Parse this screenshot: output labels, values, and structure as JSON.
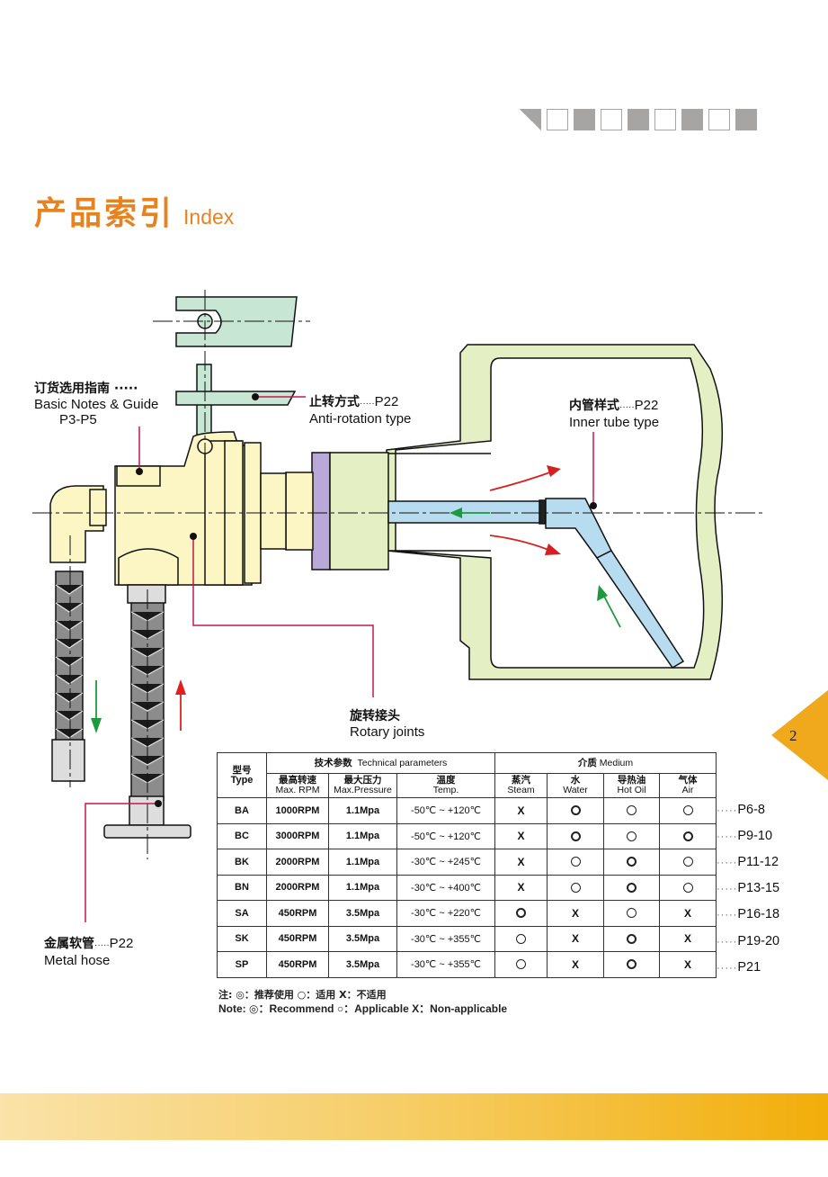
{
  "header": {
    "decoration": [
      "triangle",
      "empty",
      "filled",
      "empty",
      "filled",
      "empty",
      "filled",
      "empty",
      "filled"
    ]
  },
  "title": {
    "zh": "产品索引",
    "en": "Index"
  },
  "colors": {
    "accent": "#e8821e",
    "page_tab": "#f0a81c",
    "leader_line": "#c8174e",
    "hose_arrow_out": "#1e9a3c",
    "hose_arrow_in": "#e02020"
  },
  "callouts": {
    "guide": {
      "zh": "订货选用指南 ·····",
      "en": "Basic Notes & Guide",
      "page": "P3-P5"
    },
    "anti_rotation": {
      "zh": "止转方式",
      "dots": "·····",
      "page": "P22",
      "en": "Anti-rotation type"
    },
    "inner_tube": {
      "zh": "内管样式",
      "dots": "·····",
      "page": "P22",
      "en": "Inner tube type"
    },
    "rotary_joints": {
      "zh": "旋转接头",
      "en": "Rotary joints"
    },
    "metal_hose": {
      "zh": "金属软管",
      "dots": "·····",
      "page": "P22",
      "en": "Metal hose"
    }
  },
  "page_number": "2",
  "table": {
    "type_header": {
      "zh": "型号",
      "en": "Type"
    },
    "tech_header": {
      "zh": "技术参数",
      "en": "Technical parameters"
    },
    "medium_header": {
      "zh": "介质",
      "en": "Medium"
    },
    "columns": [
      {
        "zh": "最高转速",
        "en": "Max. RPM"
      },
      {
        "zh": "最大压力",
        "en": "Max.Pressure"
      },
      {
        "zh": "温度",
        "en": "Temp."
      },
      {
        "zh": "蒸汽",
        "en": "Steam"
      },
      {
        "zh": "水",
        "en": "Water"
      },
      {
        "zh": "导热油",
        "en": "Hot Oil"
      },
      {
        "zh": "气体",
        "en": "Air"
      }
    ],
    "rows": [
      {
        "type": "BA",
        "rpm": "1000RPM",
        "pressure": "1.1Mpa",
        "temp": "-50℃ ~ +120℃",
        "steam": "X",
        "water": "rec",
        "hot_oil": "app",
        "air": "app",
        "page": "P6-8"
      },
      {
        "type": "BC",
        "rpm": "3000RPM",
        "pressure": "1.1Mpa",
        "temp": "-50℃ ~ +120℃",
        "steam": "X",
        "water": "rec",
        "hot_oil": "app",
        "air": "rec",
        "page": "P9-10"
      },
      {
        "type": "BK",
        "rpm": "2000RPM",
        "pressure": "1.1Mpa",
        "temp": "-30℃ ~ +245℃",
        "steam": "X",
        "water": "app",
        "hot_oil": "rec",
        "air": "app",
        "page": "P11-12"
      },
      {
        "type": "BN",
        "rpm": "2000RPM",
        "pressure": "1.1Mpa",
        "temp": "-30℃ ~ +400℃",
        "steam": "X",
        "water": "app",
        "hot_oil": "rec",
        "air": "app",
        "page": "P13-15"
      },
      {
        "type": "SA",
        "rpm": "450RPM",
        "pressure": "3.5Mpa",
        "temp": "-30℃ ~ +220℃",
        "steam": "rec",
        "water": "X",
        "hot_oil": "app",
        "air": "X",
        "page": "P16-18"
      },
      {
        "type": "SK",
        "rpm": "450RPM",
        "pressure": "3.5Mpa",
        "temp": "-30℃ ~ +355℃",
        "steam": "app",
        "water": "X",
        "hot_oil": "rec",
        "air": "X",
        "page": "P19-20"
      },
      {
        "type": "SP",
        "rpm": "450RPM",
        "pressure": "3.5Mpa",
        "temp": "-30℃ ~ +355℃",
        "steam": "app",
        "water": "X",
        "hot_oil": "rec",
        "air": "X",
        "page": "P21"
      }
    ],
    "page_dots": "·····"
  },
  "notes": {
    "zh": "注: ◎：推荐使用  ○：适用  X：不适用",
    "en": "Note: ◎：Recommend  ○：Applicable  X：Non-applicable"
  }
}
